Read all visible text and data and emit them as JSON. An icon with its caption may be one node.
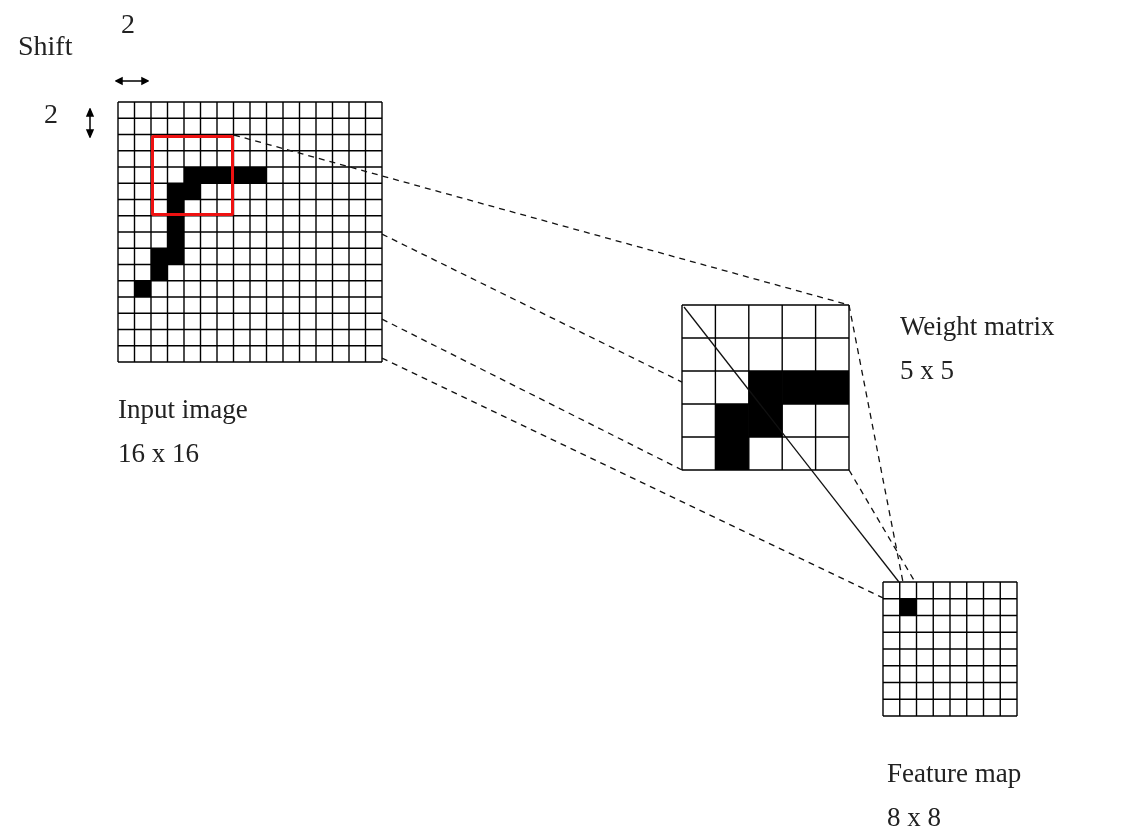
{
  "diagram": {
    "nodes": [
      {
        "text": [
          "Input image",
          "16 x 16"
        ]
      },
      {
        "text": [],
        "shape": "box",
        "in": 0
      },
      {
        "text": [
          "Weight matrix",
          "5 x 5"
        ]
      },
      {
        "text": [
          "Feature map",
          "8 x 8"
        ]
      }
    ],
    "edges": [
      {
        "from": 1,
        "to": 2,
        "arrow": "none",
        "style": "dashed"
      },
      {
        "from": 0,
        "to": 2,
        "arrow": "none",
        "style": "dashed"
      },
      {
        "from": 0,
        "to": 2,
        "arrow": "none",
        "style": "dashed"
      },
      {
        "from": 0,
        "to": 3,
        "arrow": "none",
        "style": "dashed"
      },
      {
        "from": 2,
        "to": 3,
        "arrow": "none",
        "style": "dashed"
      },
      {
        "from": 2,
        "to": 3,
        "arrow": "none",
        "style": "dashed"
      },
      {
        "from": 2,
        "to": 3,
        "arrow": "none"
      }
    ],
    "labels": [
      "Shift",
      "2",
      "2"
    ]
  }
}
